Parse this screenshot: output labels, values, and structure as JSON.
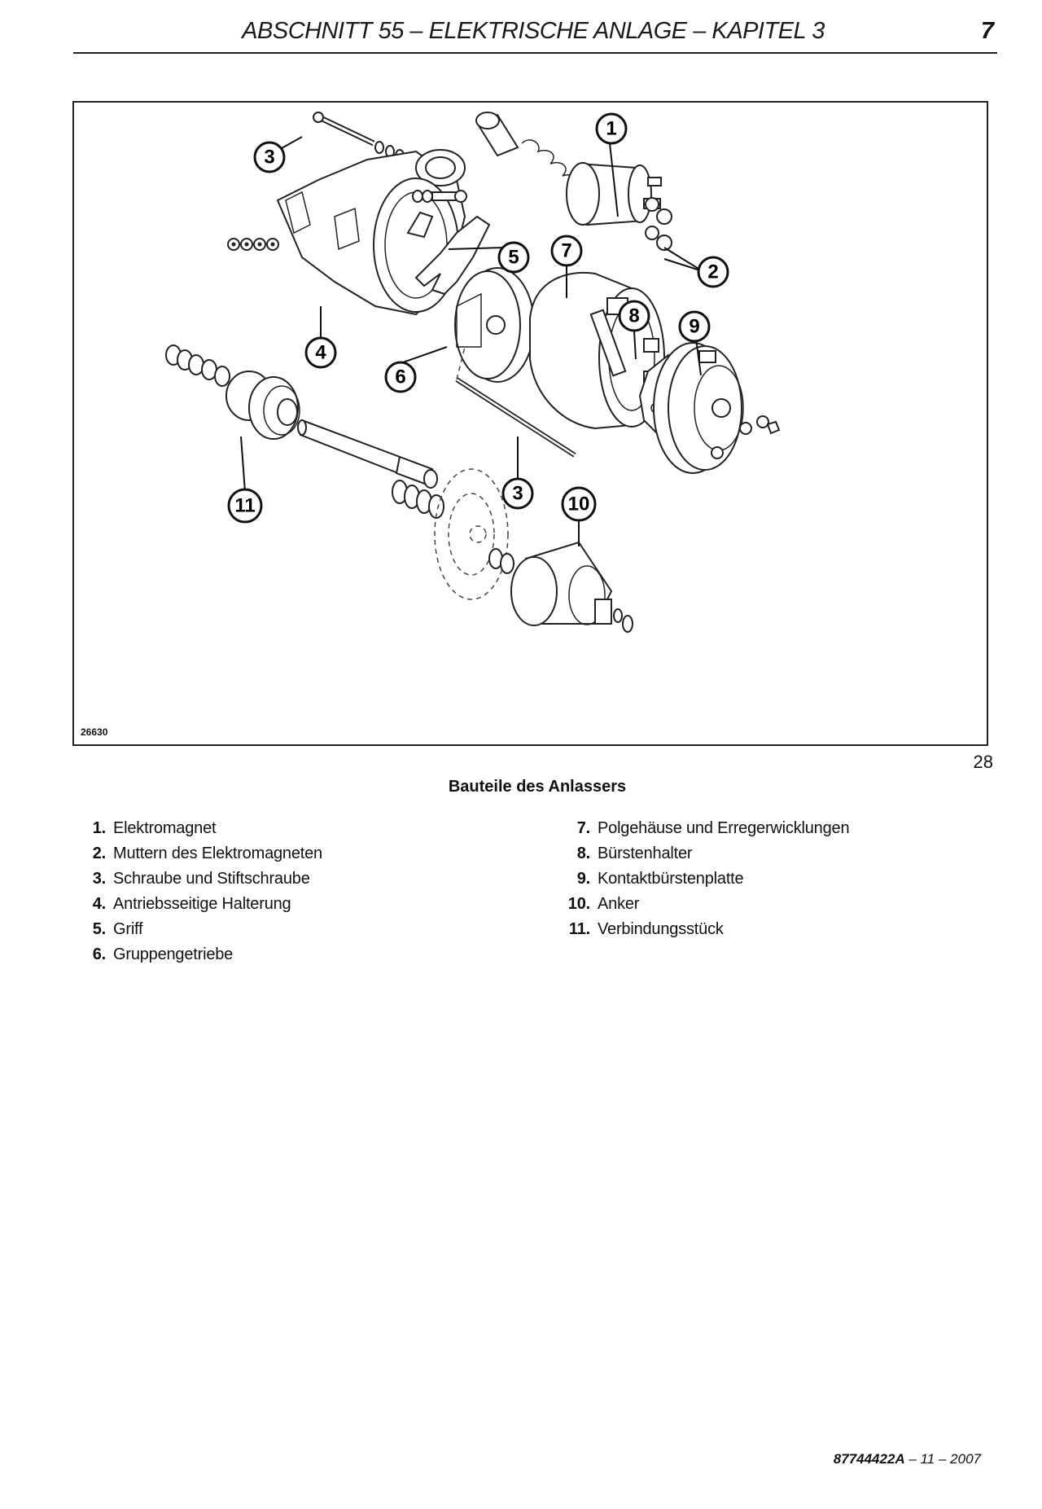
{
  "header": {
    "title": "ABSCHNITT 55 – ELEKTRISCHE ANLAGE – KAPITEL 3",
    "page": "7"
  },
  "figure": {
    "code": "26630",
    "number": "28",
    "caption": "Bauteile des Anlassers",
    "callouts": [
      "1",
      "2",
      "3",
      "4",
      "5",
      "6",
      "7",
      "8",
      "9",
      "10",
      "11",
      "3"
    ]
  },
  "legend": {
    "left": [
      {
        "num": "1.",
        "text": "Elektromagnet"
      },
      {
        "num": "2.",
        "text": "Muttern des Elektromagneten"
      },
      {
        "num": "3.",
        "text": "Schraube und Stiftschraube"
      },
      {
        "num": "4.",
        "text": "Antriebsseitige Halterung"
      },
      {
        "num": "5.",
        "text": "Griff"
      },
      {
        "num": "6.",
        "text": "Gruppengetriebe"
      }
    ],
    "right": [
      {
        "num": "7.",
        "text": "Polgehäuse und Erregerwicklungen"
      },
      {
        "num": "8.",
        "text": "Bürstenhalter"
      },
      {
        "num": "9.",
        "text": "Kontaktbürstenplatte"
      },
      {
        "num": "10.",
        "text": "Anker"
      },
      {
        "num": "11.",
        "text": "Verbindungsstück"
      }
    ]
  },
  "footer": {
    "doc": "87744422A",
    "sep1": " – ",
    "rev": "11",
    "sep2": " – ",
    "year": "2007"
  }
}
